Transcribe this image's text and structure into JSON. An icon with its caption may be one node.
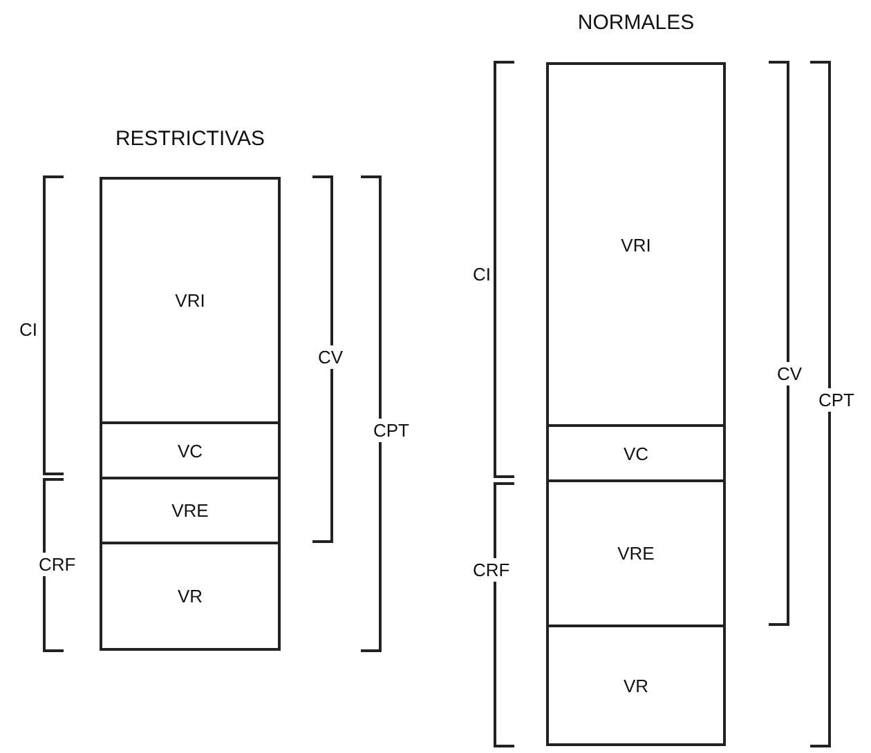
{
  "diagram": {
    "nodes": [
      {
        "text": [
          "RESTRICTIVAS"
        ]
      },
      {
        "text": [
          "VRI"
        ],
        "in": 0
      },
      {
        "text": [
          "VC"
        ],
        "in": 0
      },
      {
        "text": [
          "VRE"
        ],
        "in": 0
      },
      {
        "text": [
          "VR"
        ],
        "in": 0
      },
      {
        "text": [
          "NORMALES"
        ]
      },
      {
        "text": [
          "VRI"
        ],
        "in": 5
      },
      {
        "text": [
          "VC"
        ],
        "in": 5
      },
      {
        "text": [
          "VRE"
        ],
        "in": 5
      },
      {
        "text": [
          "VR"
        ],
        "in": 5
      }
    ],
    "labels": [
      "CI",
      "CV",
      "CPT",
      "CRF",
      "CI",
      "CV",
      "CPT",
      "CRF"
    ]
  }
}
